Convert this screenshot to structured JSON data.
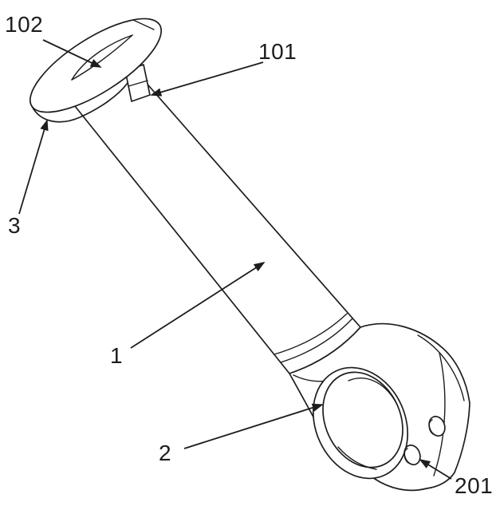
{
  "figure": {
    "background_color": "#ffffff",
    "line_color": "#1d1d1d",
    "labels": [
      {
        "id": "102",
        "text": "102"
      },
      {
        "id": "101",
        "text": "101"
      },
      {
        "id": "3",
        "text": "3"
      },
      {
        "id": "1",
        "text": "1"
      },
      {
        "id": "2",
        "text": "2"
      },
      {
        "id": "201",
        "text": "201"
      }
    ]
  }
}
